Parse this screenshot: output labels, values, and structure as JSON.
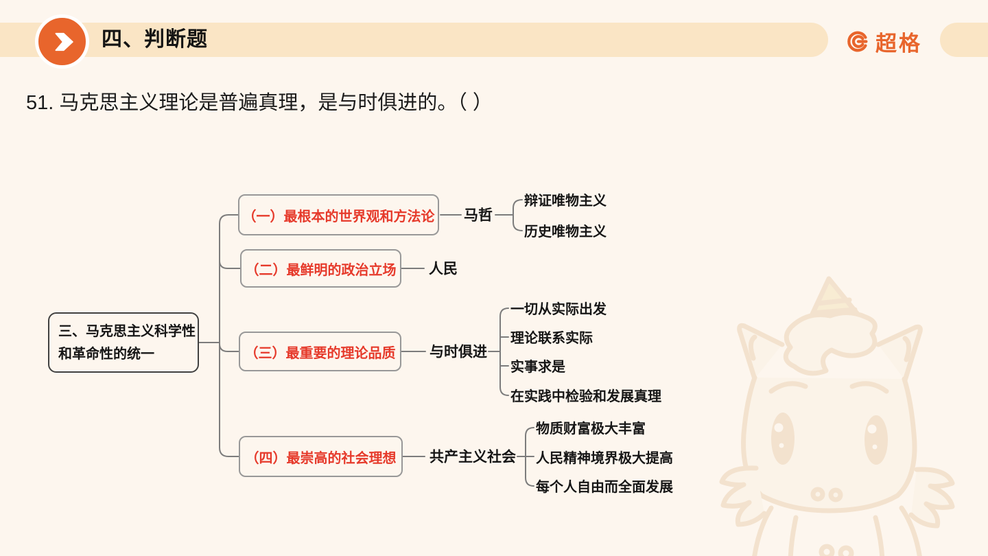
{
  "header": {
    "title": "四、判断题",
    "brand_name": "超格"
  },
  "question": {
    "text": "51. 马克思主义理论是普遍真理，是与时俱进的。（ ）"
  },
  "mindmap": {
    "root": {
      "line1": "三、马克思主义科学性",
      "line2": "和革命性的统一"
    },
    "branches": [
      {
        "label": "（一）最根本的世界观和方法论",
        "node": "马哲",
        "children": [
          "辩证唯物主义",
          "历史唯物主义"
        ]
      },
      {
        "label": "（二）最鲜明的政治立场",
        "node": "人民",
        "children": []
      },
      {
        "label": "（三）最重要的理论品质",
        "node": "与时俱进",
        "children": [
          "一切从实际出发",
          "理论联系实际",
          "实事求是",
          "在实践中检验和发展真理"
        ]
      },
      {
        "label": "（四）最崇高的社会理想",
        "node": "共产主义社会",
        "children": [
          "物质财富极大丰富",
          "人民精神境界极大提高",
          "每个人自由而全面发展"
        ]
      }
    ]
  },
  "colors": {
    "background": "#FDF6EE",
    "banner": "#FAE5C5",
    "accent_orange": "#E8652C",
    "red_text": "#E63A2B",
    "line_gray": "#7C7C7C"
  }
}
